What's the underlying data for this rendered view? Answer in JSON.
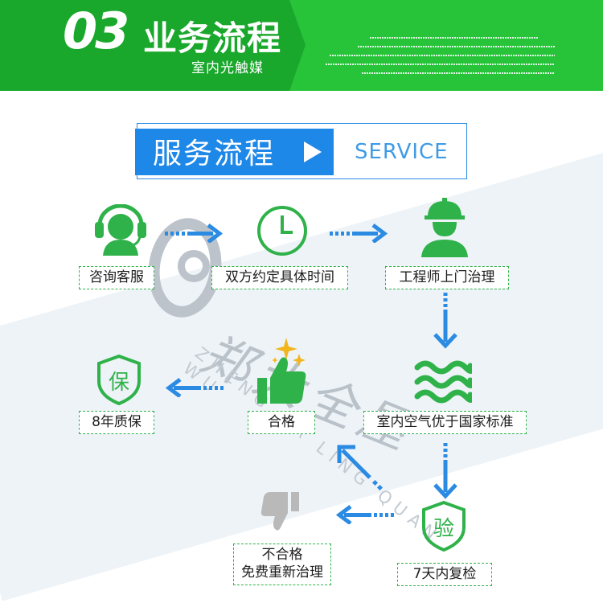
{
  "header": {
    "step_number": "03",
    "title": "业务流程",
    "subtitle": "室内光触媒",
    "decor_color": "#27c43a"
  },
  "banner": {
    "title": "服务流程",
    "title_en": "SERVICE",
    "accent_color": "#1e88e8"
  },
  "watermark": {
    "text": "郑大全屋",
    "pinyin": "ZHENG DA LING QUAN WU"
  },
  "flow": {
    "nodes": [
      {
        "id": "consult",
        "label": "咨询客服",
        "icon": "headset-agent-icon"
      },
      {
        "id": "schedule",
        "label": "双方约定具体时间",
        "icon": "clock-icon"
      },
      {
        "id": "engineer",
        "label": "工程师上门治理",
        "icon": "engineer-helmet-icon"
      },
      {
        "id": "air",
        "label": "室内空气优于国家标准",
        "icon": "air-waves-icon"
      },
      {
        "id": "pass",
        "label": "合格",
        "icon": "thumbs-up-icon"
      },
      {
        "id": "warranty",
        "label": "8年质保",
        "icon": "warranty-shield-icon"
      },
      {
        "id": "recheck",
        "label": "7天内复检",
        "icon": "inspection-shield-icon"
      },
      {
        "id": "fail",
        "label_line1": "不合格",
        "label_line2": "免费重新治理",
        "icon": "thumbs-down-icon"
      }
    ],
    "badge_warranty": "保",
    "badge_recheck": "验",
    "colors": {
      "green": "#2fb24a",
      "blue": "#2b8be3",
      "gray": "#b9b9b9"
    }
  }
}
